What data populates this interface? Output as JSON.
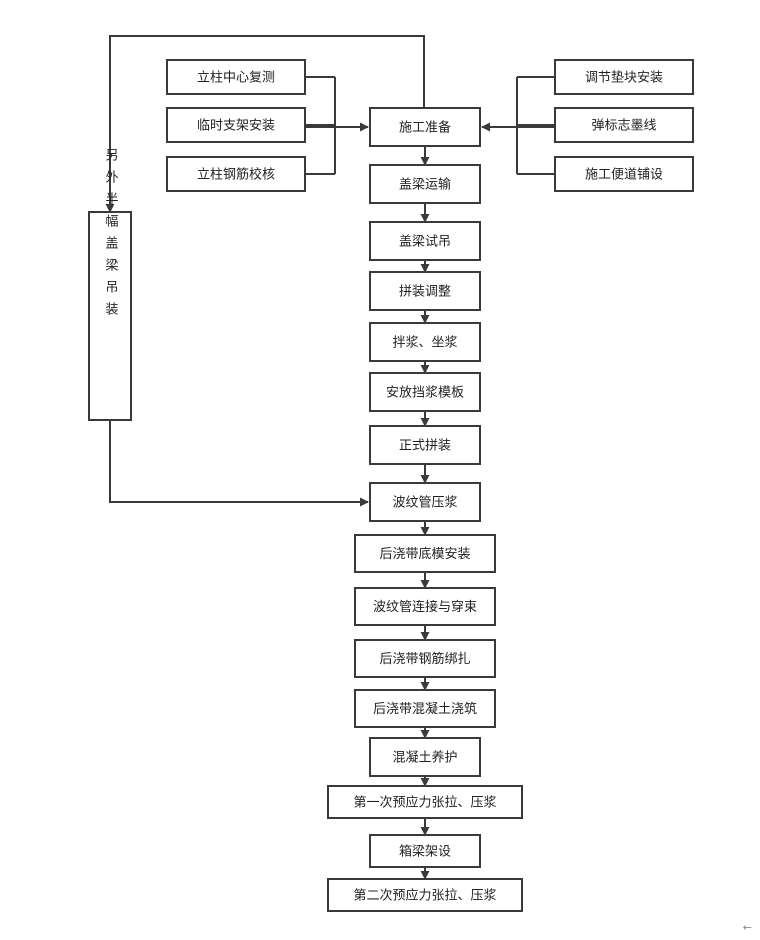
{
  "main_steps": [
    "施工准备",
    "盖梁运输",
    "盖梁试吊",
    "拼装调整",
    "拌浆、坐浆",
    "安放挡浆模板",
    "正式拼装",
    "波纹管压浆",
    "后浇带底模安装",
    "波纹管连接与穿束",
    "后浇带钢筋绑扎",
    "后浇带混凝土浇筑",
    "混凝土养护",
    "第一次预应力张拉、压浆",
    "箱梁架设",
    "第二次预应力张拉、压浆"
  ],
  "left_inputs": [
    "立柱中心复测",
    "临时支架安装",
    "立柱钢筋校核"
  ],
  "right_inputs": [
    "调节垫块安装",
    "弹标志墨线",
    "施工便道铺设"
  ],
  "loop_box": {
    "label": "另外半幅盖梁吊装"
  },
  "corner_mark": "←"
}
